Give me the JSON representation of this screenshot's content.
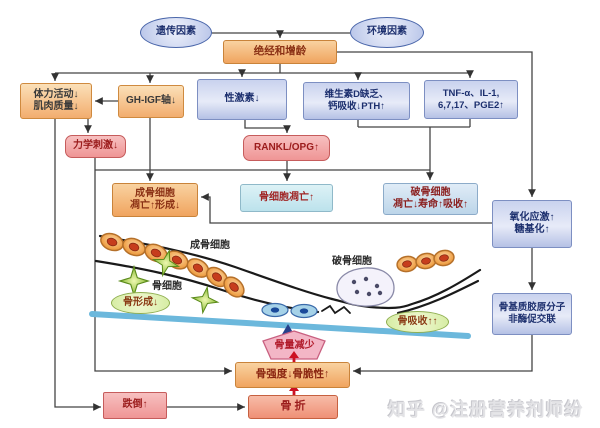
{
  "top": {
    "genetic": "遗传因素",
    "environment": "环境因素",
    "menopause_aging": "绝经和增龄"
  },
  "factors": {
    "physical": "体力活动↓\n肌肉质量↓",
    "gh_igf": "GH-IGF轴↓",
    "sex_hormone": "性激素↓",
    "vitamin_d": "维生素D缺乏、\n钙吸收↓PTH↑",
    "cytokines": "TNF-α、IL-1,\n6,7,17、PGE2↑",
    "mechanical": "力学刺激↓",
    "rankl_opg": "RANKL/OPG↑"
  },
  "cells": {
    "osteoblast": "成骨细胞\n凋亡↑形成↓",
    "osteocyte": "骨细胞凋亡↑",
    "osteoclast": "破骨细胞\n凋亡↓寿命↑吸收↑",
    "oxidative": "氧化应激↑\n糖基化↑",
    "collagen": "骨基质胶原分子\n非酶促交联"
  },
  "bone": {
    "osteoblast_label": "成骨细胞",
    "osteocyte_label": "骨细胞",
    "osteoclast_label": "破骨细胞",
    "formation": "骨形成↓",
    "resorption": "骨吸收↑↑",
    "bone_loss": "骨量减少"
  },
  "outcome": {
    "strength": "骨强度↓骨脆性↑",
    "falls": "跌倒↑",
    "fracture": "骨 折"
  },
  "watermark": {
    "text": "知乎 @注册营养剂师纷"
  },
  "colors": {
    "orange_box": "#f2ad6e",
    "blue_box": "#b9c4e6",
    "pink_box": "#f2a6a6",
    "red_box": "#ef9076",
    "green_bubble": "#d8edb4",
    "bone_surface_line": "#6cb8dc",
    "red_arrow": "#cc1122",
    "connector": "#333333"
  }
}
